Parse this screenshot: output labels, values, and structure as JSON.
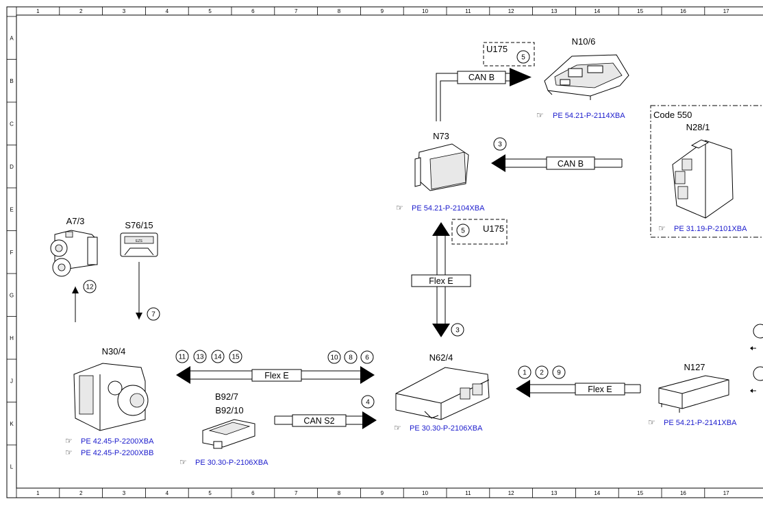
{
  "columns": [
    "1",
    "2",
    "3",
    "4",
    "5",
    "6",
    "7",
    "8",
    "9",
    "10",
    "11",
    "12",
    "13",
    "14",
    "15",
    "16",
    "17"
  ],
  "rows": [
    "A",
    "B",
    "C",
    "D",
    "E",
    "F",
    "G",
    "H",
    "J",
    "K",
    "L"
  ],
  "ref_glyph": "☞",
  "components": {
    "n10_6": {
      "label": "N10/6",
      "ref": "PE 54.21-P-2114XBA"
    },
    "n73": {
      "label": "N73",
      "ref": "PE 54.21-P-2104XBA"
    },
    "n28_1": {
      "label": "N28/1",
      "ref": "PE 31.19-P-2101XBA",
      "code": "Code 550"
    },
    "a7_3": {
      "label": "A7/3"
    },
    "s76_15": {
      "label": "S76/15",
      "badge": "EZS"
    },
    "n30_4": {
      "label": "N30/4",
      "ref1": "PE 42.45-P-2200XBA",
      "ref2": "PE 42.45-P-2200XBB"
    },
    "b92": {
      "label1": "B92/7",
      "label2": "B92/10",
      "ref": "PE 30.30-P-2106XBA"
    },
    "n62_4": {
      "label": "N62/4",
      "ref": "PE 30.30-P-2106XBA"
    },
    "n127": {
      "label": "N127",
      "ref": "PE 54.21-P-2141XBA"
    }
  },
  "options": {
    "u175_top": "U175",
    "u175_mid": "U175"
  },
  "buses": {
    "can_b_top": "CAN B",
    "can_b_mid": "CAN B",
    "flex_e_vertical": "Flex E",
    "flex_e_left": "Flex E",
    "can_s2": "CAN S2",
    "flex_e_right": "Flex E"
  },
  "markers": {
    "u175_top": "5",
    "can_b_mid": "3",
    "u175_mid": "5",
    "flex_e_down": "3",
    "a7_3": "12",
    "s76_15": "7",
    "left_group": [
      "11",
      "13",
      "14",
      "15"
    ],
    "right_group": [
      "10",
      "8",
      "6"
    ],
    "can_s2": "4",
    "n127_group": [
      "1",
      "2",
      "9"
    ]
  }
}
